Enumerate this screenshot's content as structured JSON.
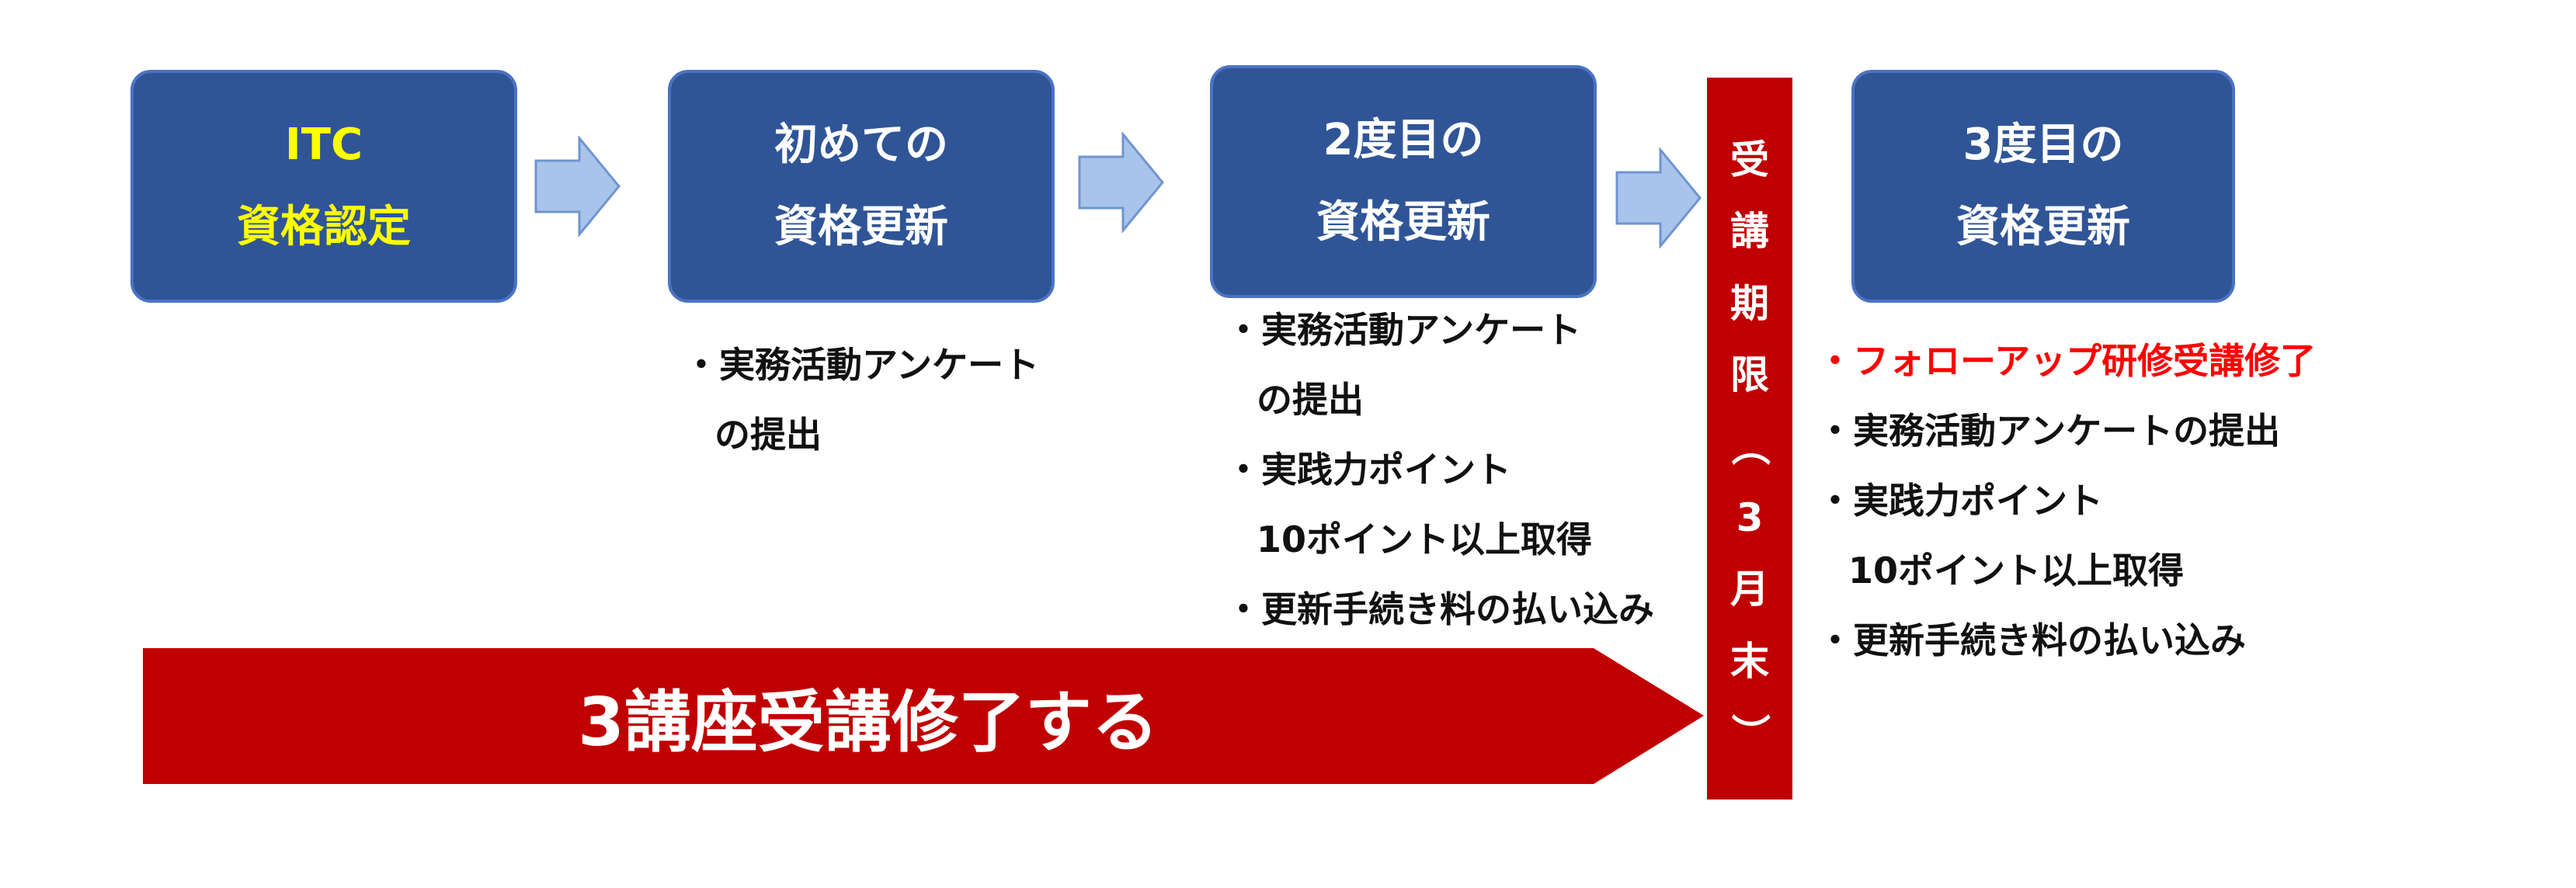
{
  "boxes": [
    {
      "lines": [
        "ITC",
        "資格認定"
      ],
      "text_color": "#ffff00"
    },
    {
      "lines": [
        "初めての",
        "資格更新"
      ],
      "text_color": "#ffffff"
    },
    {
      "lines": [
        "2度目の",
        "資格更新"
      ],
      "text_color": "#ffffff"
    },
    {
      "lines": [
        "3度目の",
        "資格更新"
      ],
      "text_color": "#ffffff"
    }
  ],
  "requirements": {
    "first": [
      "・実務活動アンケート",
      "の提出"
    ],
    "second": [
      "・実務活動アンケート",
      "の提出",
      "・実践力ポイント",
      "10ポイント以上取得",
      "・更新手続き料の払い込み"
    ],
    "third": [
      "・フォローアップ研修受講修了",
      "・実務活動アンケートの提出",
      "・実践力ポイント",
      "10ポイント以上取得",
      "・更新手続き料の払い込み"
    ]
  },
  "deadline_bar": {
    "chars": [
      "受",
      "講",
      "期",
      "限",
      "（",
      "3",
      "月",
      "末",
      "）"
    ]
  },
  "big_arrow_label": "3講座受講修了する",
  "colors": {
    "box_fill": "#2f5597",
    "arrow_fill": "#a9c4eb",
    "red": "#c00000",
    "highlight_red": "#ff0000",
    "yellow": "#ffff00"
  }
}
